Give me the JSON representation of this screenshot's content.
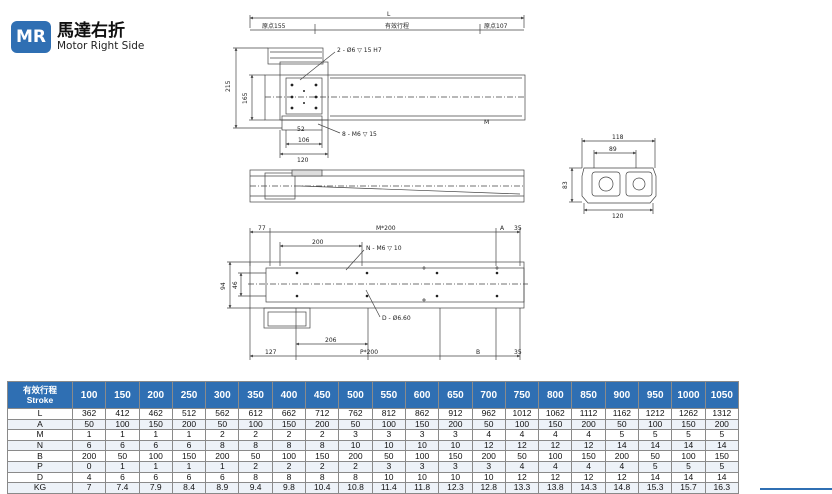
{
  "header": {
    "logo": "MR",
    "title": "馬達右折",
    "subtitle": "Motor Right Side"
  },
  "drawing": {
    "top": {
      "overall": "L",
      "origin_left": "原点155",
      "effective_stroke": "有效行程",
      "origin_right": "原点107",
      "height_outer": "215",
      "height_inner": "165",
      "holes_top": "2 - Ø6 ▽ 15 H7",
      "dim_52": "52",
      "holes_bottom": "8 - M6 ▽ 15",
      "width_106": "106",
      "width_120": "120",
      "mark_m": "M"
    },
    "end": {
      "w118": "118",
      "w89": "89",
      "h83": "83",
      "w120": "120"
    },
    "bottom": {
      "d77": "77",
      "m200": "M*200",
      "a": "A",
      "d35": "35",
      "d200": "200",
      "n_holes": "N - M6 ▽ 10",
      "d94": "94",
      "d46": "46",
      "d_holes": "D - Ø6.60",
      "d206": "206",
      "d127": "127",
      "p200": "P*200",
      "b": "B",
      "d35b": "35"
    }
  },
  "table": {
    "header_cn": "有效行程",
    "header_en": "Stroke",
    "strokes": [
      "100",
      "150",
      "200",
      "250",
      "300",
      "350",
      "400",
      "450",
      "500",
      "550",
      "600",
      "650",
      "700",
      "750",
      "800",
      "850",
      "900",
      "950",
      "1000",
      "1050"
    ],
    "rows": [
      {
        "label": "L",
        "values": [
          "362",
          "412",
          "462",
          "512",
          "562",
          "612",
          "662",
          "712",
          "762",
          "812",
          "862",
          "912",
          "962",
          "1012",
          "1062",
          "1112",
          "1162",
          "1212",
          "1262",
          "1312"
        ]
      },
      {
        "label": "A",
        "values": [
          "50",
          "100",
          "150",
          "200",
          "50",
          "100",
          "150",
          "200",
          "50",
          "100",
          "150",
          "200",
          "50",
          "100",
          "150",
          "200",
          "50",
          "100",
          "150",
          "200"
        ]
      },
      {
        "label": "M",
        "values": [
          "1",
          "1",
          "1",
          "1",
          "2",
          "2",
          "2",
          "2",
          "3",
          "3",
          "3",
          "3",
          "4",
          "4",
          "4",
          "4",
          "5",
          "5",
          "5",
          "5"
        ]
      },
      {
        "label": "N",
        "values": [
          "6",
          "6",
          "6",
          "6",
          "8",
          "8",
          "8",
          "8",
          "10",
          "10",
          "10",
          "10",
          "12",
          "12",
          "12",
          "12",
          "14",
          "14",
          "14",
          "14"
        ]
      },
      {
        "label": "B",
        "values": [
          "200",
          "50",
          "100",
          "150",
          "200",
          "50",
          "100",
          "150",
          "200",
          "50",
          "100",
          "150",
          "200",
          "50",
          "100",
          "150",
          "200",
          "50",
          "100",
          "150"
        ]
      },
      {
        "label": "P",
        "values": [
          "0",
          "1",
          "1",
          "1",
          "1",
          "2",
          "2",
          "2",
          "2",
          "3",
          "3",
          "3",
          "3",
          "4",
          "4",
          "4",
          "4",
          "5",
          "5",
          "5"
        ]
      },
      {
        "label": "D",
        "values": [
          "4",
          "6",
          "6",
          "6",
          "6",
          "8",
          "8",
          "8",
          "8",
          "10",
          "10",
          "10",
          "10",
          "12",
          "12",
          "12",
          "12",
          "14",
          "14",
          "14"
        ]
      },
      {
        "label": "KG",
        "values": [
          "7",
          "7.4",
          "7.9",
          "8.4",
          "8.9",
          "9.4",
          "9.8",
          "10.4",
          "10.8",
          "11.4",
          "11.8",
          "12.3",
          "12.8",
          "13.3",
          "13.8",
          "14.3",
          "14.8",
          "15.3",
          "15.7",
          "16.3"
        ]
      }
    ]
  }
}
